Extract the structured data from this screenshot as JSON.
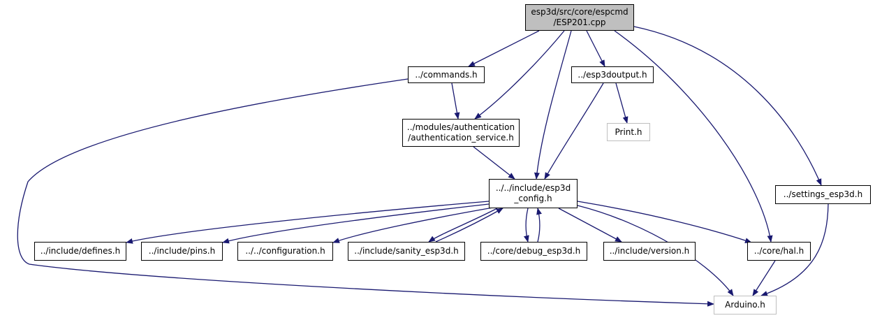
{
  "colors": {
    "edge": "#191970",
    "border": "#000000",
    "external_border": "#bfbfbf",
    "root_fill": "#bfbfbf",
    "node_fill": "#ffffff"
  },
  "nodes": {
    "esp201": {
      "lines": [
        "esp3d/src/core/espcmd",
        "/ESP201.cpp"
      ],
      "kind": "root"
    },
    "commands": {
      "lines": [
        "../commands.h"
      ],
      "kind": "file"
    },
    "esp3doutput": {
      "lines": [
        "../esp3doutput.h"
      ],
      "kind": "file"
    },
    "auth": {
      "lines": [
        "../modules/authentication",
        "/authentication_service.h"
      ],
      "kind": "file"
    },
    "print": {
      "lines": [
        "Print.h"
      ],
      "kind": "external"
    },
    "config": {
      "lines": [
        "../../include/esp3d",
        "_config.h"
      ],
      "kind": "file"
    },
    "settings": {
      "lines": [
        "../settings_esp3d.h"
      ],
      "kind": "file"
    },
    "defines": {
      "lines": [
        "../include/defines.h"
      ],
      "kind": "file"
    },
    "pins": {
      "lines": [
        "../include/pins.h"
      ],
      "kind": "file"
    },
    "configuration": {
      "lines": [
        "../../configuration.h"
      ],
      "kind": "file"
    },
    "sanity": {
      "lines": [
        "../include/sanity_esp3d.h"
      ],
      "kind": "file"
    },
    "debug": {
      "lines": [
        "../core/debug_esp3d.h"
      ],
      "kind": "file"
    },
    "version": {
      "lines": [
        "../include/version.h"
      ],
      "kind": "file"
    },
    "hal": {
      "lines": [
        "../core/hal.h"
      ],
      "kind": "file"
    },
    "arduino": {
      "lines": [
        "Arduino.h"
      ],
      "kind": "external"
    }
  },
  "edges": [
    [
      "esp201",
      "commands"
    ],
    [
      "esp201",
      "auth"
    ],
    [
      "esp201",
      "config"
    ],
    [
      "esp201",
      "esp3doutput"
    ],
    [
      "esp201",
      "hal"
    ],
    [
      "esp201",
      "settings"
    ],
    [
      "commands",
      "auth"
    ],
    [
      "commands",
      "arduino"
    ],
    [
      "auth",
      "config"
    ],
    [
      "esp3doutput",
      "config"
    ],
    [
      "esp3doutput",
      "print"
    ],
    [
      "config",
      "defines"
    ],
    [
      "config",
      "pins"
    ],
    [
      "config",
      "configuration"
    ],
    [
      "config",
      "sanity"
    ],
    [
      "sanity",
      "config"
    ],
    [
      "config",
      "debug"
    ],
    [
      "debug",
      "config"
    ],
    [
      "config",
      "version"
    ],
    [
      "config",
      "hal"
    ],
    [
      "config",
      "arduino"
    ],
    [
      "hal",
      "arduino"
    ],
    [
      "settings",
      "arduino"
    ]
  ]
}
